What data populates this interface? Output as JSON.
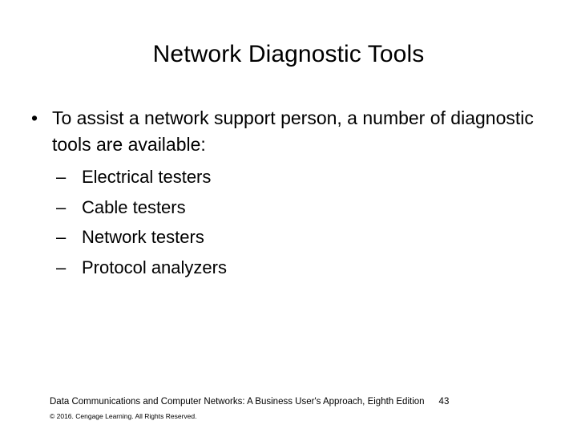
{
  "slide": {
    "title": "Network Diagnostic Tools",
    "background_color": "#ffffff",
    "text_color": "#000000",
    "bullets": [
      {
        "level": 1,
        "marker": "•",
        "text": "To assist a network support person, a number of diagnostic tools are available:"
      },
      {
        "level": 2,
        "marker": "–",
        "text": "Electrical testers"
      },
      {
        "level": 2,
        "marker": "–",
        "text": "Cable testers"
      },
      {
        "level": 2,
        "marker": "–",
        "text": "Network testers"
      },
      {
        "level": 2,
        "marker": "–",
        "text": "Protocol analyzers"
      }
    ]
  },
  "footer": {
    "citation": "Data Communications and Computer Networks: A Business User's Approach, Eighth Edition",
    "page_number": "43",
    "copyright": "© 2016. Cengage Learning. All Rights Reserved."
  }
}
